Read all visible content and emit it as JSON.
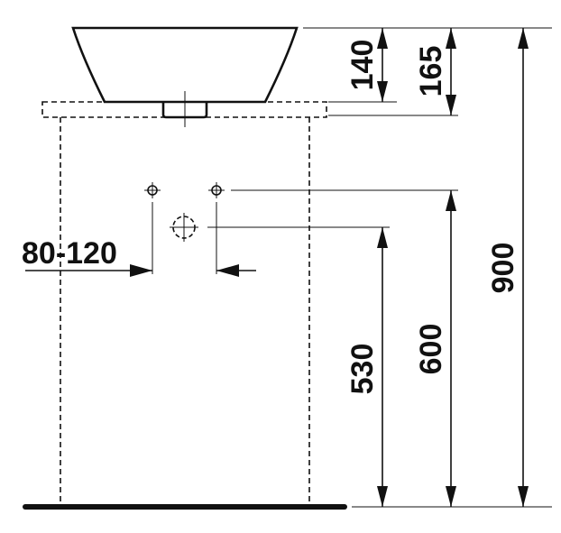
{
  "diagram": {
    "line_color": "#111111",
    "background": "#ffffff",
    "dimensions": {
      "basin_height": "140",
      "basin_with_top_height": "165",
      "total_height": "900",
      "tap_hole_spacing": "80-120",
      "tap_connection_height": "600",
      "waste_height": "530"
    }
  }
}
